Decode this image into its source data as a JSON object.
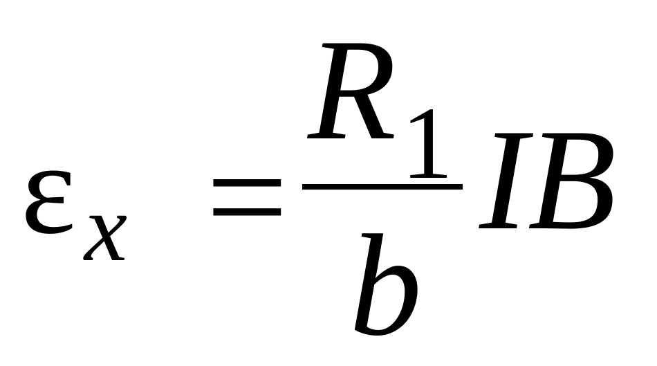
{
  "equation": {
    "lhs_symbol": "ε",
    "lhs_subscript": "x",
    "relation": "=",
    "numerator_symbol": "R",
    "numerator_subscript": "1",
    "denominator_symbol": "b",
    "product_symbols": "IB"
  }
}
